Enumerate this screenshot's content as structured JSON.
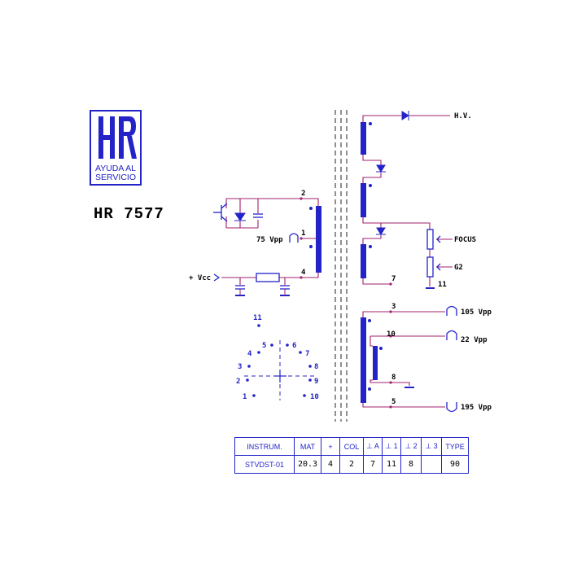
{
  "logo": {
    "mark": "HR",
    "line1": "AYUDA AL",
    "line2": "SERVICIO"
  },
  "model": "HR 7577",
  "labels": {
    "hv": "H.V.",
    "focus": "FOCUS",
    "g2": "G2",
    "vcc": "+ Vcc",
    "vpp75": "75 Vpp",
    "vpp105": "105 Vpp",
    "vpp22": "22 Vpp",
    "vpp195": "195 Vpp"
  },
  "pins": {
    "p2": "2",
    "p1": "1",
    "p4": "4",
    "p7": "7",
    "p11": "11",
    "p3": "3",
    "p10": "10",
    "p8": "8",
    "p5": "5"
  },
  "socket": {
    "top": "11",
    "pins": [
      "1",
      "2",
      "3",
      "4",
      "5",
      "6",
      "7",
      "8",
      "9",
      "10"
    ]
  },
  "table": {
    "headers": [
      "INSTRUM.",
      "MAT",
      "+",
      "COL",
      "⊥ A",
      "⊥ 1",
      "⊥ 2",
      "⊥ 3",
      "TYPE"
    ],
    "values": [
      "STVDST-01",
      "20.3",
      "4",
      "2",
      "7",
      "11",
      "8",
      "",
      "90"
    ]
  },
  "colors": {
    "blue": "#2323c8",
    "wire": "#a0206e",
    "text": "#000000"
  }
}
